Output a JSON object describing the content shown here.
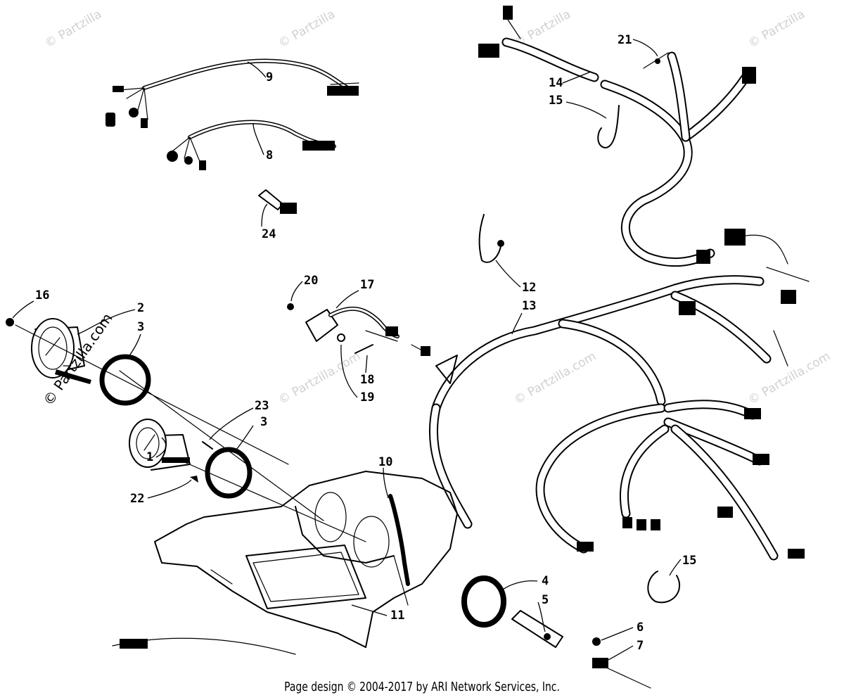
{
  "watermark": {
    "text": "© Partzilla",
    "text_com": "© Partzilla.com"
  },
  "callouts": [
    {
      "id": "c1",
      "label": "1"
    },
    {
      "id": "c2",
      "label": "2"
    },
    {
      "id": "c3a",
      "label": "3"
    },
    {
      "id": "c3b",
      "label": "3"
    },
    {
      "id": "c4",
      "label": "4"
    },
    {
      "id": "c5",
      "label": "5"
    },
    {
      "id": "c6",
      "label": "6"
    },
    {
      "id": "c7",
      "label": "7"
    },
    {
      "id": "c8",
      "label": "8"
    },
    {
      "id": "c9",
      "label": "9"
    },
    {
      "id": "c10",
      "label": "10"
    },
    {
      "id": "c11",
      "label": "11"
    },
    {
      "id": "c12",
      "label": "12"
    },
    {
      "id": "c13",
      "label": "13"
    },
    {
      "id": "c14",
      "label": "14"
    },
    {
      "id": "c15a",
      "label": "15"
    },
    {
      "id": "c15b",
      "label": "15"
    },
    {
      "id": "c16",
      "label": "16"
    },
    {
      "id": "c17",
      "label": "17"
    },
    {
      "id": "c18",
      "label": "18"
    },
    {
      "id": "c19",
      "label": "19"
    },
    {
      "id": "c20",
      "label": "20"
    },
    {
      "id": "c21",
      "label": "21"
    },
    {
      "id": "c22",
      "label": "22"
    },
    {
      "id": "c23",
      "label": "23"
    },
    {
      "id": "c24",
      "label": "24"
    }
  ],
  "footer": "Page design © 2004-2017 by ARI Network Services, Inc."
}
